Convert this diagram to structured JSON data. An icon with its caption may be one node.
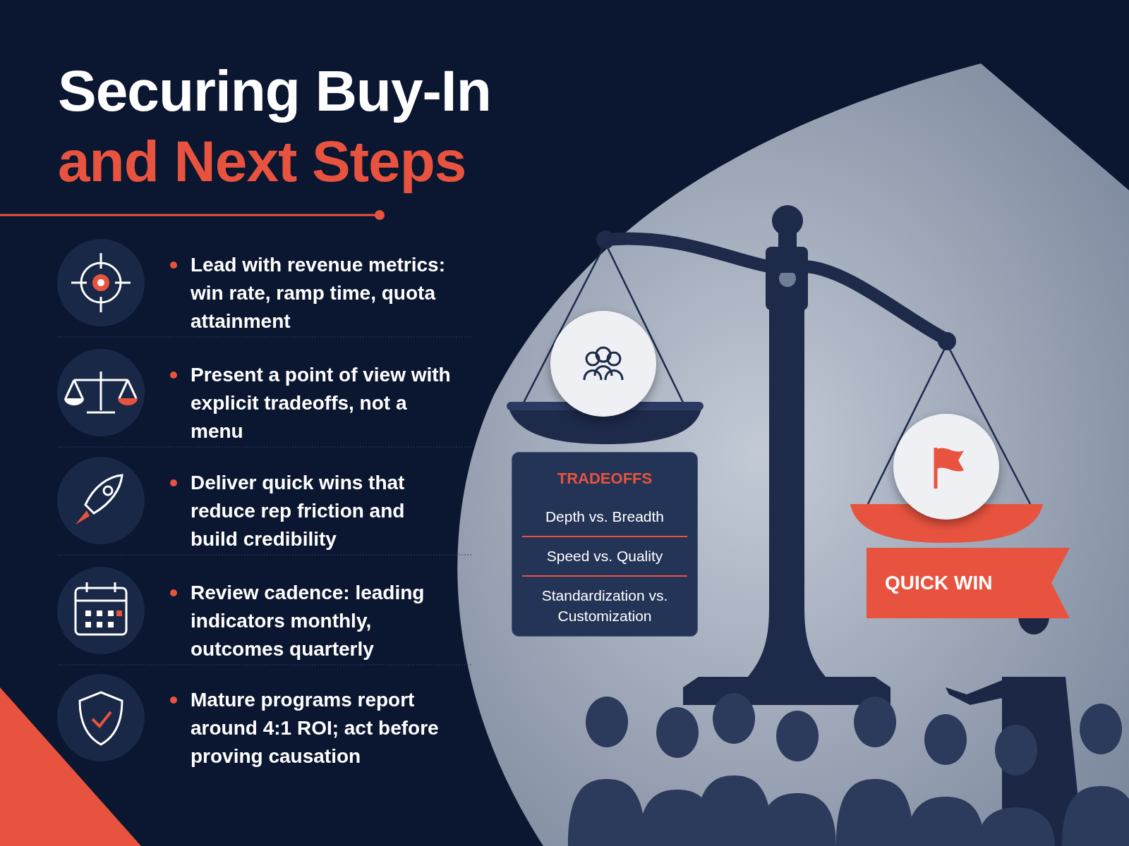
{
  "diagram": {
    "title": "Securing Buy-In",
    "nodes": [
      {
        "text": [
          "TRADEOFFS",
          "Depth vs. Breadth",
          "Speed vs. Quality",
          "Standardization vs. Customization"
        ]
      },
      {
        "text": [
          "QUICK WIN"
        ]
      },
      {
        "text": [],
        "shape": "circle"
      },
      {
        "text": [],
        "shape": "circle"
      }
    ],
    "labels": [
      "and Next Steps",
      "Lead with revenue metrics: win rate, ramp time, quota attainment",
      "Present a point of view with explicit tradeoffs, not a menu",
      "Deliver quick wins that reduce rep friction and build credibility",
      "Review cadence: leading indicators monthly, outcomes quarterly",
      "Mature programs report around 4:1 ROI; act before proving causation"
    ]
  }
}
